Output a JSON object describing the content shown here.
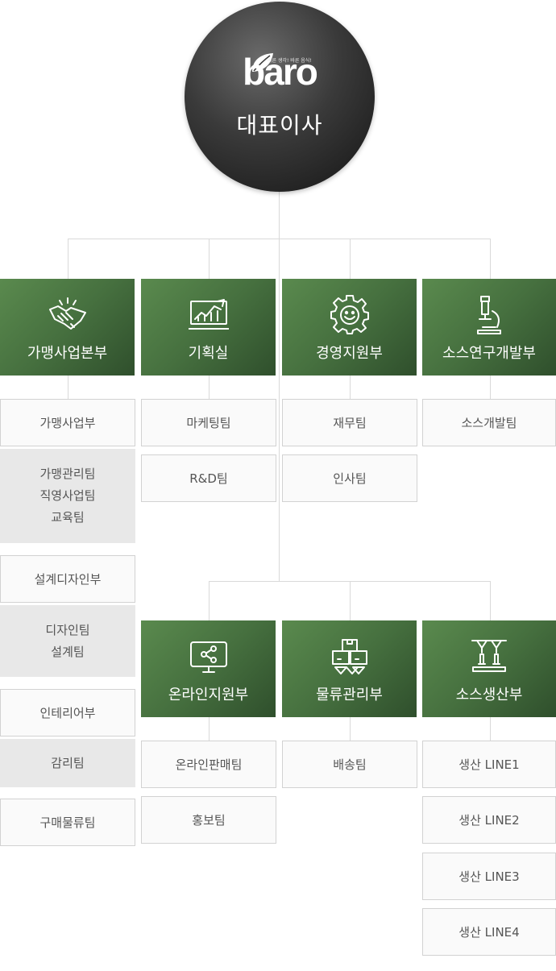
{
  "ceo": {
    "logo_tagline": "바른 생각! 바른 음식!",
    "logo_text": "baro",
    "title": "대표이사"
  },
  "departments": [
    {
      "name": "가맹사업본부",
      "icon": "handshake-icon"
    },
    {
      "name": "기획실",
      "icon": "chart-monitor-icon"
    },
    {
      "name": "경영지원부",
      "icon": "gear-smile-icon"
    },
    {
      "name": "소스연구개발부",
      "icon": "microscope-icon"
    },
    {
      "name": "온라인지원부",
      "icon": "share-monitor-icon"
    },
    {
      "name": "물류관리부",
      "icon": "boxes-icon"
    },
    {
      "name": "소스생산부",
      "icon": "production-line-icon"
    }
  ],
  "franchise": {
    "team1": "가맹사업부",
    "sub1": [
      "가맹관리팀",
      "직영사업팀",
      "교육팀"
    ],
    "team2": "설계디자인부",
    "sub2": [
      "디자인팀",
      "설계팀"
    ],
    "team3": "인테리어부",
    "sub3": [
      "감리팀"
    ],
    "team4": "구매물류팀"
  },
  "planning_teams": [
    "마케팅팀",
    "R&D팀"
  ],
  "management_teams": [
    "재무팀",
    "인사팀"
  ],
  "sauce_rd_teams": [
    "소스개발팀"
  ],
  "online_teams": [
    "온라인판매팀",
    "홍보팀"
  ],
  "logistics_teams": [
    "배송팀"
  ],
  "production_teams": [
    "생산 LINE1",
    "생산 LINE2",
    "생산 LINE3",
    "생산 LINE4"
  ],
  "colors": {
    "dept_green": "#4a7a42",
    "dept_dark": "#2f4f2c",
    "line_gray": "#d9d9d9",
    "sub_bg": "#e8e8e8"
  }
}
